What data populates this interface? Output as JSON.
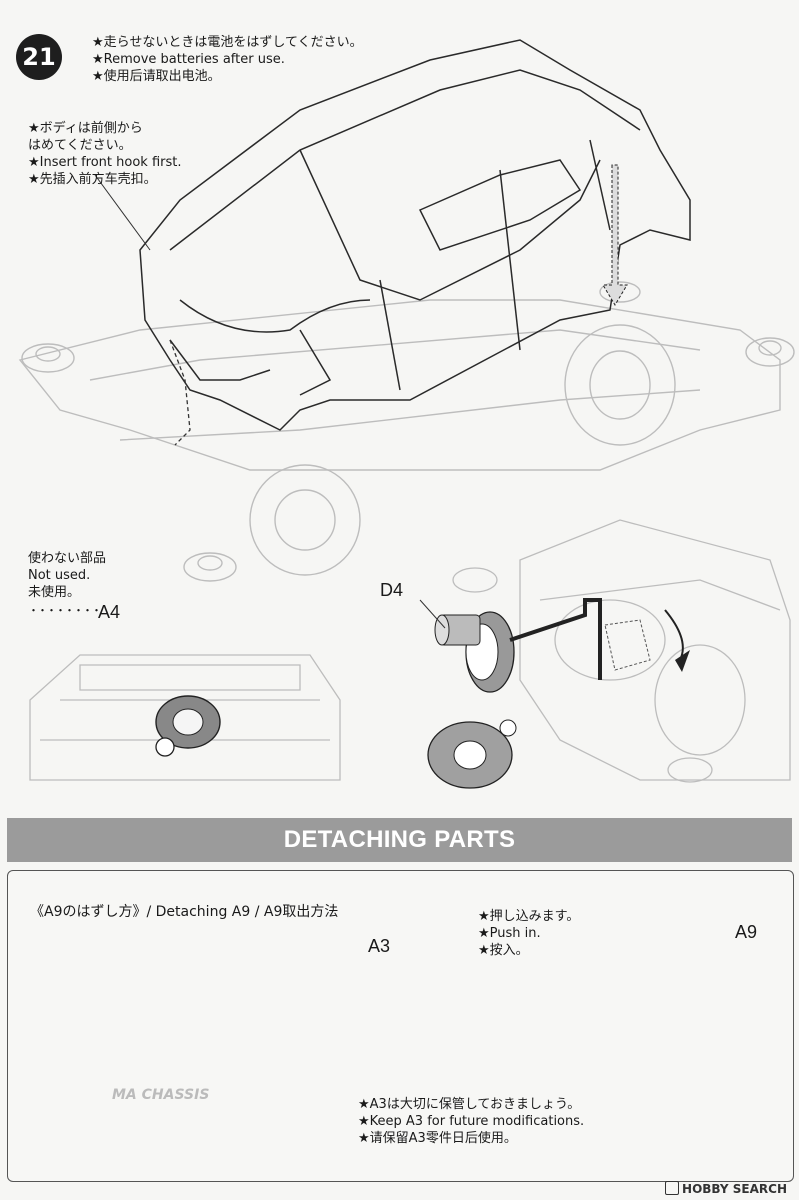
{
  "step": {
    "number": "21"
  },
  "battery_note": {
    "lines": [
      "★走らせないときは電池をはずしてください。",
      "★Remove batteries after use.",
      "★使用后请取出电池。"
    ]
  },
  "body_note": {
    "lines": [
      "★ボディは前側から",
      "はめてください。",
      "★Insert front hook first.",
      "★先插入前方车壳扣。"
    ]
  },
  "unused_note": {
    "lines": [
      "使わない部品",
      "Not used.",
      "未使用。"
    ],
    "dots": "・・・・・・・・",
    "part": "A4"
  },
  "parts": {
    "d4": "D4",
    "a3": "A3",
    "a9": "A9"
  },
  "section_banner": "DETACHING PARTS",
  "detach_panel": {
    "title": "《A9のはずし方》/ Detaching A9 / A9取出方法",
    "push_lines": [
      "★押し込みます。",
      "★Push in.",
      "★按入。"
    ],
    "keep_lines": [
      "★A3は大切に保管しておきましょう。",
      "★Keep A3 for future modifications.",
      "★请保留A3零件日后使用。"
    ],
    "chassis_logo": "MA CHASSIS"
  },
  "footer": {
    "icon": "hobby-search-logo-icon",
    "text": "HOBBY SEARCH"
  }
}
